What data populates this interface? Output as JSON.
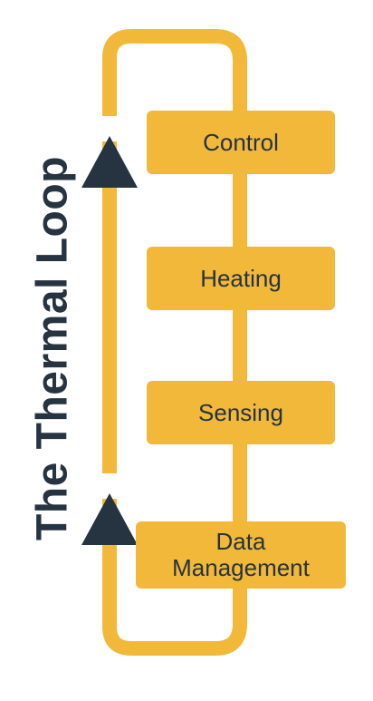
{
  "title": "The Thermal Loop",
  "steps": [
    {
      "id": "control",
      "label": "Control"
    },
    {
      "id": "heating",
      "label": "Heating"
    },
    {
      "id": "sensing",
      "label": "Sensing"
    },
    {
      "id": "data-management",
      "label": "Data\nManagement"
    }
  ],
  "colors": {
    "accent": "#f2b83a",
    "arrow": "#263340",
    "text": "#263340",
    "background": "#ffffff"
  },
  "icons": [
    "up-arrow-icon",
    "up-arrow-icon"
  ]
}
